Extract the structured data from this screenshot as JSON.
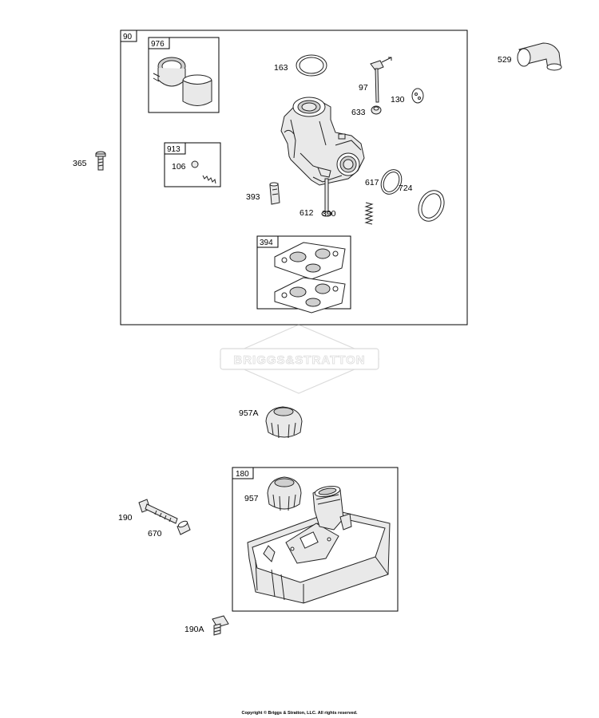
{
  "brand": {
    "logo_text": "BRIGGS&STRATTON"
  },
  "boxes": {
    "b90": "90",
    "b976": "976",
    "b913": "913",
    "b394": "394",
    "b180": "180"
  },
  "labels": {
    "p163": "163",
    "p97": "97",
    "p130": "130",
    "p633": "633",
    "p106": "106",
    "p365": "365",
    "p529": "529",
    "p617": "617",
    "p393": "393",
    "p612": "612",
    "p390": "390",
    "p724": "724",
    "p957A": "957A",
    "p957": "957",
    "p190": "190",
    "p670": "670",
    "p190A": "190A"
  },
  "footer": {
    "copyright": "Copyright © Briggs & Stratton, LLC. All rights reserved."
  }
}
